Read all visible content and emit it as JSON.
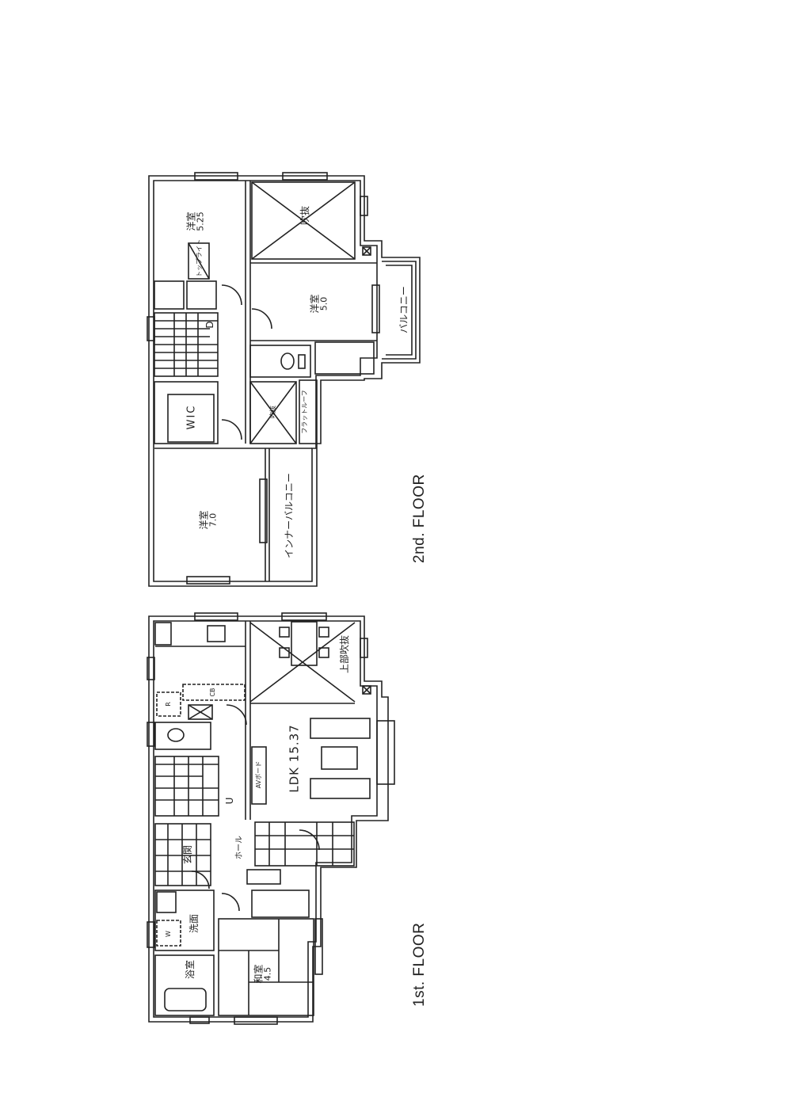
{
  "floors": {
    "second": {
      "label": "2nd. FLOOR",
      "rooms": {
        "western_a": {
          "name": "洋室",
          "size": "5.25"
        },
        "void_top": {
          "name": "吹抜"
        },
        "western_b": {
          "name": "洋室",
          "size": "5.0"
        },
        "balcony": {
          "name": "バルコニー"
        },
        "toplight": {
          "name": "トップライト"
        },
        "wic": {
          "name": "WIC"
        },
        "void_small": {
          "name": "吹抜"
        },
        "flat_roof": {
          "name": "フラットルーフ"
        },
        "western_c": {
          "name": "洋室",
          "size": "7.0"
        },
        "inner_balcony": {
          "name": "インナーバルコニー"
        },
        "stair_mark": {
          "name": "D"
        }
      }
    },
    "first": {
      "label": "1st. FLOOR",
      "rooms": {
        "void_upper": {
          "name": "上部吹抜"
        },
        "ldk": {
          "name": "LDK",
          "size": "15.37"
        },
        "av_board": {
          "name": "AVボード"
        },
        "cupboard": {
          "name": "CB"
        },
        "fridge": {
          "name": "R"
        },
        "hall": {
          "name": "ホール"
        },
        "entrance": {
          "name": "玄関"
        },
        "washroom": {
          "name": "洗面"
        },
        "washer": {
          "name": "W"
        },
        "bathroom": {
          "name": "浴室"
        },
        "japanese_room": {
          "name": "和室",
          "size": "4.5"
        },
        "stair_mark": {
          "name": "U"
        }
      }
    }
  }
}
